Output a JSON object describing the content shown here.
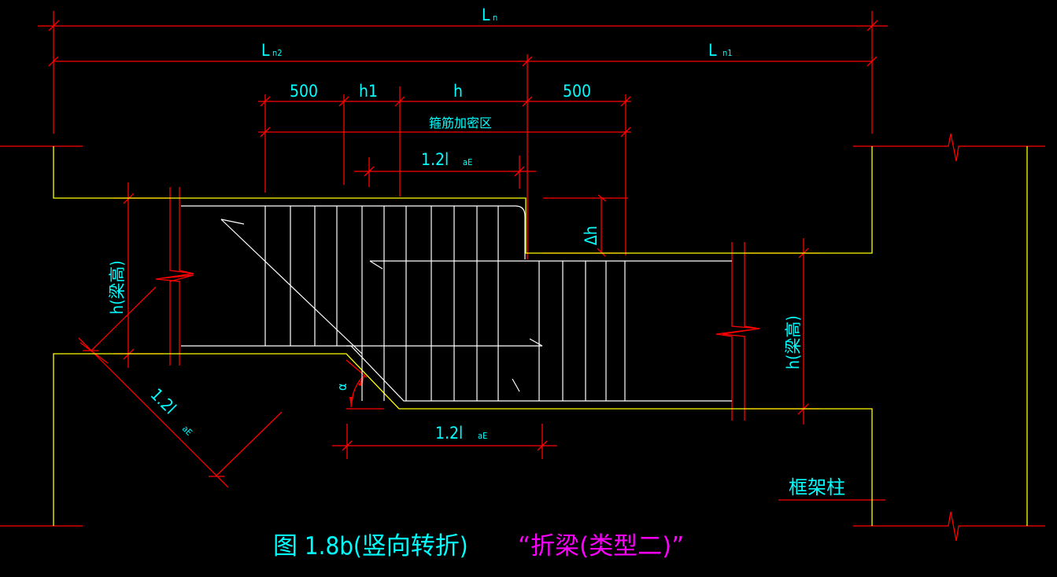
{
  "drawing": {
    "title": "图 1.8b(竖向转折)",
    "subtitle": "“折梁(类型二)”",
    "colors": {
      "background": "#000000",
      "dimension": "#ff0000",
      "beam_outline": "#ffff00",
      "rebar": "#ffffff",
      "text": "#00ffff",
      "subtitle": "#ff00ff"
    },
    "dimensions": {
      "ln": {
        "main": "L",
        "sub": "n"
      },
      "ln2": {
        "main": "L",
        "sub": "n2"
      },
      "ln1": {
        "main": "L",
        "sub": "n1"
      },
      "seg_500_left": "500",
      "seg_h1": "h1",
      "seg_h": "h",
      "seg_500_right": "500",
      "stirrup_zone": "箍筋加密区",
      "anchor_top": {
        "main": "1.2l",
        "sub": "aE"
      },
      "anchor_bottom": {
        "main": "1.2l",
        "sub": "aE"
      },
      "anchor_diag": {
        "main": "1.2l",
        "sub": "aE"
      },
      "delta_h": "Δh",
      "beam_height_left": "h(梁高)",
      "beam_height_right": "h(梁高)",
      "angle": "α"
    },
    "labels": {
      "frame_column": "框架柱"
    }
  }
}
